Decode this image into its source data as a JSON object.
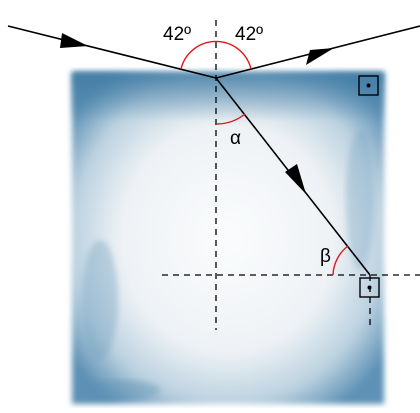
{
  "labels": {
    "angle_left": "42º",
    "angle_right": "42º",
    "alpha": "α",
    "beta": "β"
  },
  "colors": {
    "ray": "#000000",
    "arc": "#e0161b",
    "ice_edge": "#4f86ad",
    "ice_center": "#f6f8fa",
    "dashed": "#000000"
  },
  "icons": {
    "right_angle_marker_top": "right-angle-square-icon",
    "right_angle_marker_bottom": "right-angle-square-icon"
  }
}
